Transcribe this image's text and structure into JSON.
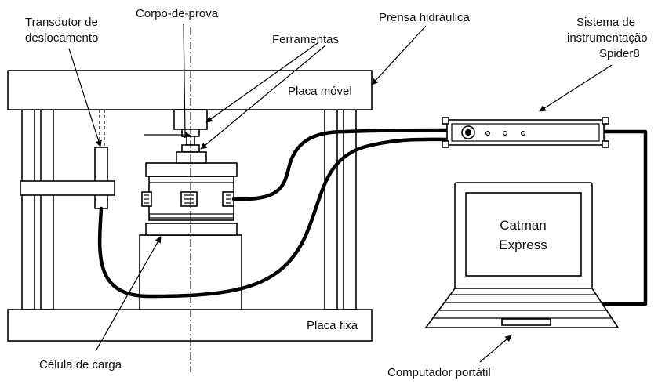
{
  "labels": {
    "transdutor_line1": "Transdutor de",
    "transdutor_line2": "deslocamento",
    "corpo_de_prova": "Corpo-de-prova",
    "ferramentas": "Ferramentas",
    "prensa": "Prensa hidráulica",
    "sistema_line1": "Sistema de",
    "sistema_line2": "instrumentação",
    "sistema_line3": "Spider8",
    "placa_movel": "Placa móvel",
    "placa_fixa": "Placa fixa",
    "celula": "Célula de carga",
    "computador": "Computador portátil",
    "screen_line1": "Catman",
    "screen_line2": "Express"
  }
}
